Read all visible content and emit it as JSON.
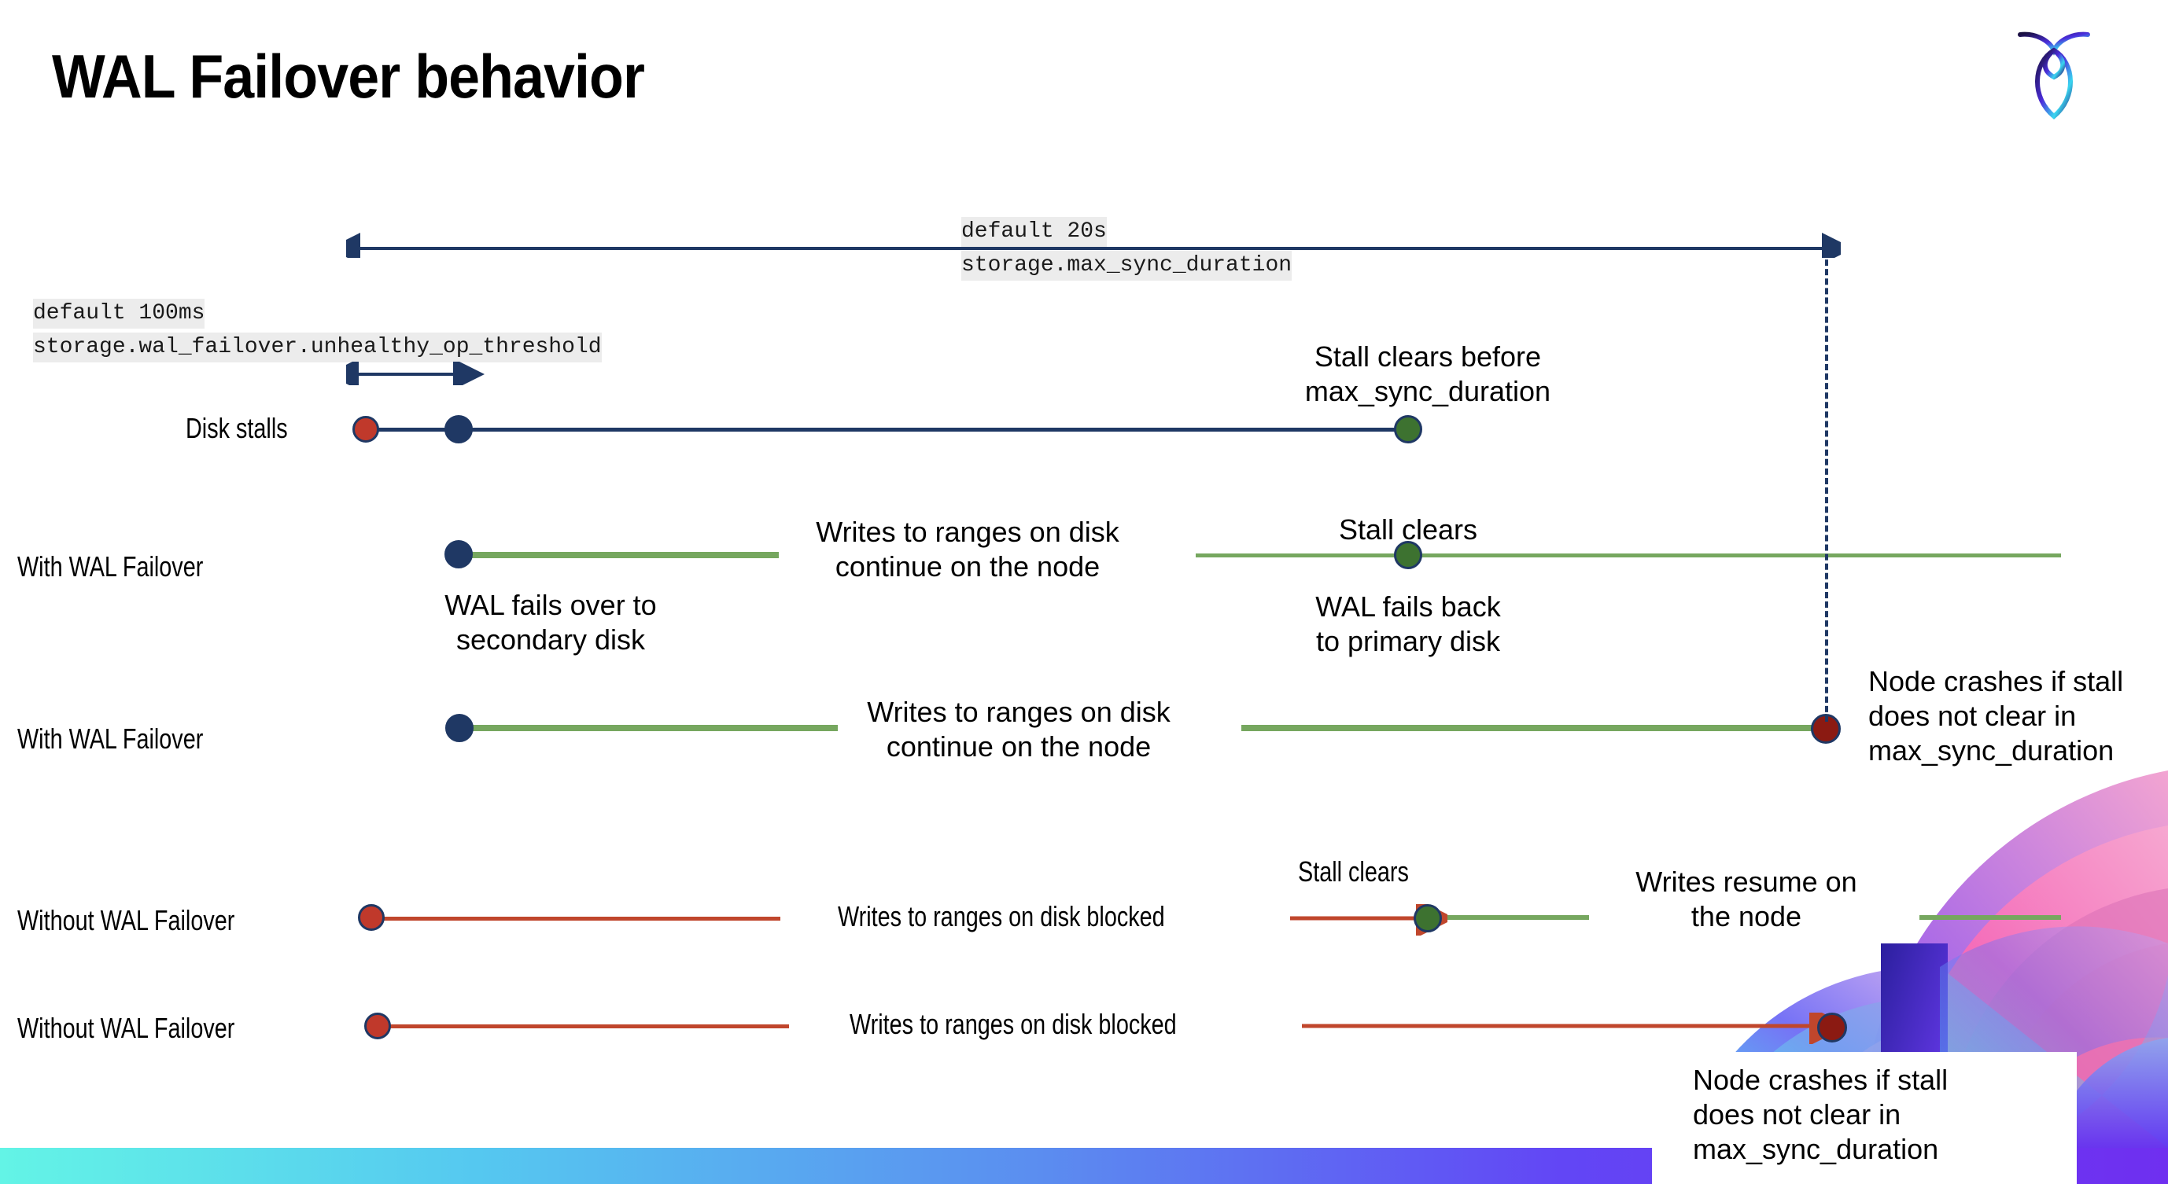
{
  "slide": {
    "title": "WAL Failover behavior",
    "logo_name": "cockroachdb-logo",
    "background": "#ffffff",
    "bottom_bar_gradient": [
      "#63f4e6",
      "#5b8df0",
      "#6f2ff0"
    ]
  },
  "colors": {
    "navy": "#1f3864",
    "green_line": "#74aココ",
    "green": "#76a75f",
    "green_dot": "#3d7230",
    "red_line": "#c0462c",
    "red_dot": "#c0392b",
    "dark_red_dot": "#8b1a12",
    "code_bg": "#ececec"
  },
  "annotations": {
    "max_sync": {
      "default": "default 20s",
      "setting": "storage.max_sync_duration"
    },
    "unhealthy_op": {
      "default": "default 100ms",
      "setting": "storage.wal_failover.unhealthy_op_threshold"
    }
  },
  "rows": [
    {
      "label": "Disk stalls",
      "callouts": [
        "Stall clears before\nmax_sync_duration"
      ]
    },
    {
      "label": "With WAL Failover",
      "callouts": [
        "Writes to ranges on disk\ncontinue on the node",
        "Stall clears",
        "WAL fails over to\nsecondary disk",
        "WAL fails  back\nto primary disk"
      ]
    },
    {
      "label": "With WAL Failover",
      "callouts": [
        "Writes to ranges on disk\ncontinue on the node",
        "Node crashes if stall\ndoes not clear in\nmax_sync_duration"
      ]
    },
    {
      "label": "Without WAL Failover",
      "callouts": [
        "Writes to ranges on disk  blocked",
        "Stall clears",
        "Writes resume on\nthe node"
      ]
    },
    {
      "label": "Without WAL Failover",
      "callouts": [
        "Writes to ranges on disk  blocked",
        "Node crashes if stall\ndoes not clear in\nmax_sync_duration"
      ]
    }
  ]
}
